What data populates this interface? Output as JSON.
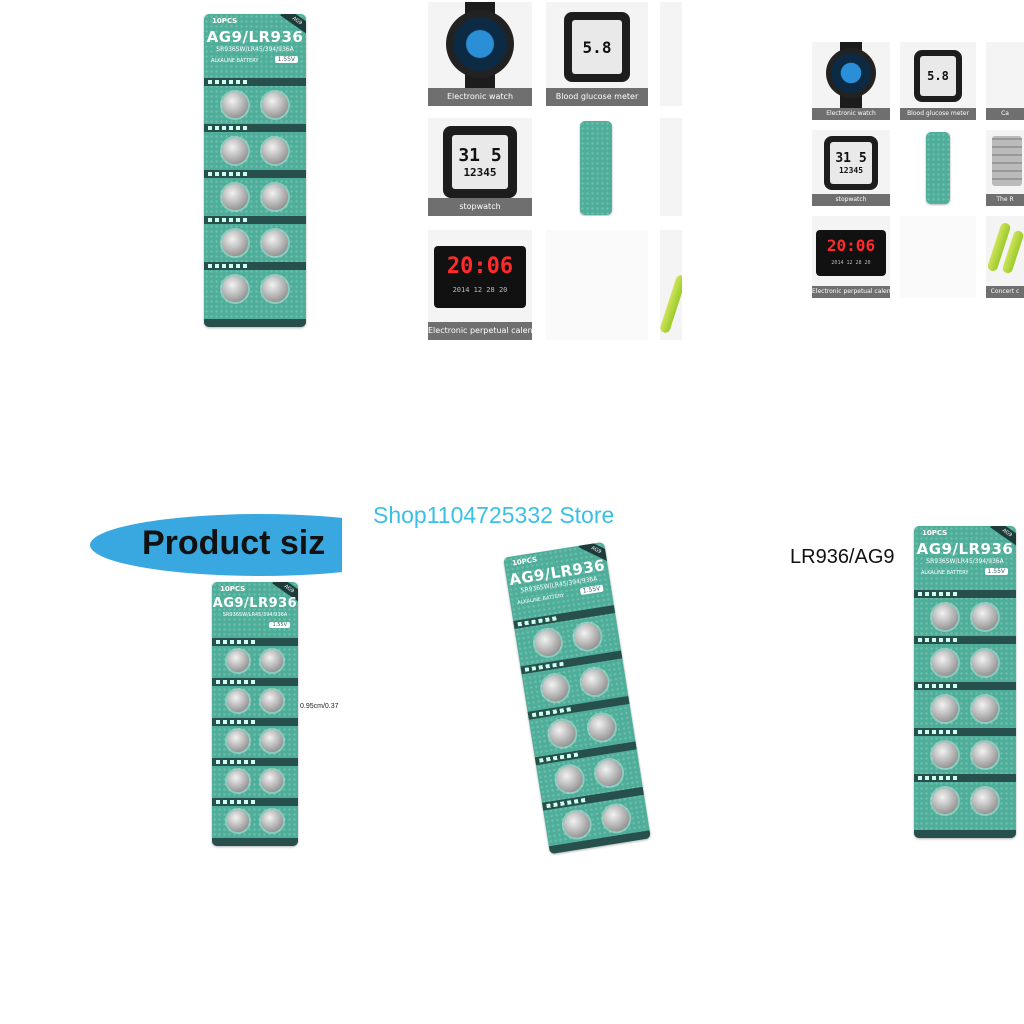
{
  "card": {
    "pcs": "10PCS",
    "ribbon": "AG9",
    "model": "AG9/LR936",
    "sub": "SR936SW/LR45/394/936A",
    "alkaline": "ALKALINE BATTERY",
    "voltage": "1.55V"
  },
  "thumbnails_main": [
    {
      "caption": "Electronic watch"
    },
    {
      "caption": "Blood glucose meter"
    },
    {
      "caption": "stopwatch"
    },
    {
      "caption": "Electronic perpetual calendar"
    }
  ],
  "thumbnails_small": [
    {
      "caption": "Electronic watch"
    },
    {
      "caption": "Blood glucose meter"
    },
    {
      "caption": "Ca"
    },
    {
      "caption": "stopwatch"
    },
    {
      "caption": "The R"
    },
    {
      "caption": "Electronic perpetual calendar"
    },
    {
      "caption": "Concert c"
    }
  ],
  "displays": {
    "glucose": "5.8",
    "stopwatch_top": "31 5",
    "stopwatch_bottom": "12345",
    "clock_time": "20:06",
    "clock_small": "2014 12 28 20"
  },
  "banner": {
    "text": "Product siz"
  },
  "dimension": "0.95cm/0.37",
  "store": "Shop1104725332 Store",
  "label": "LR936/AG9"
}
